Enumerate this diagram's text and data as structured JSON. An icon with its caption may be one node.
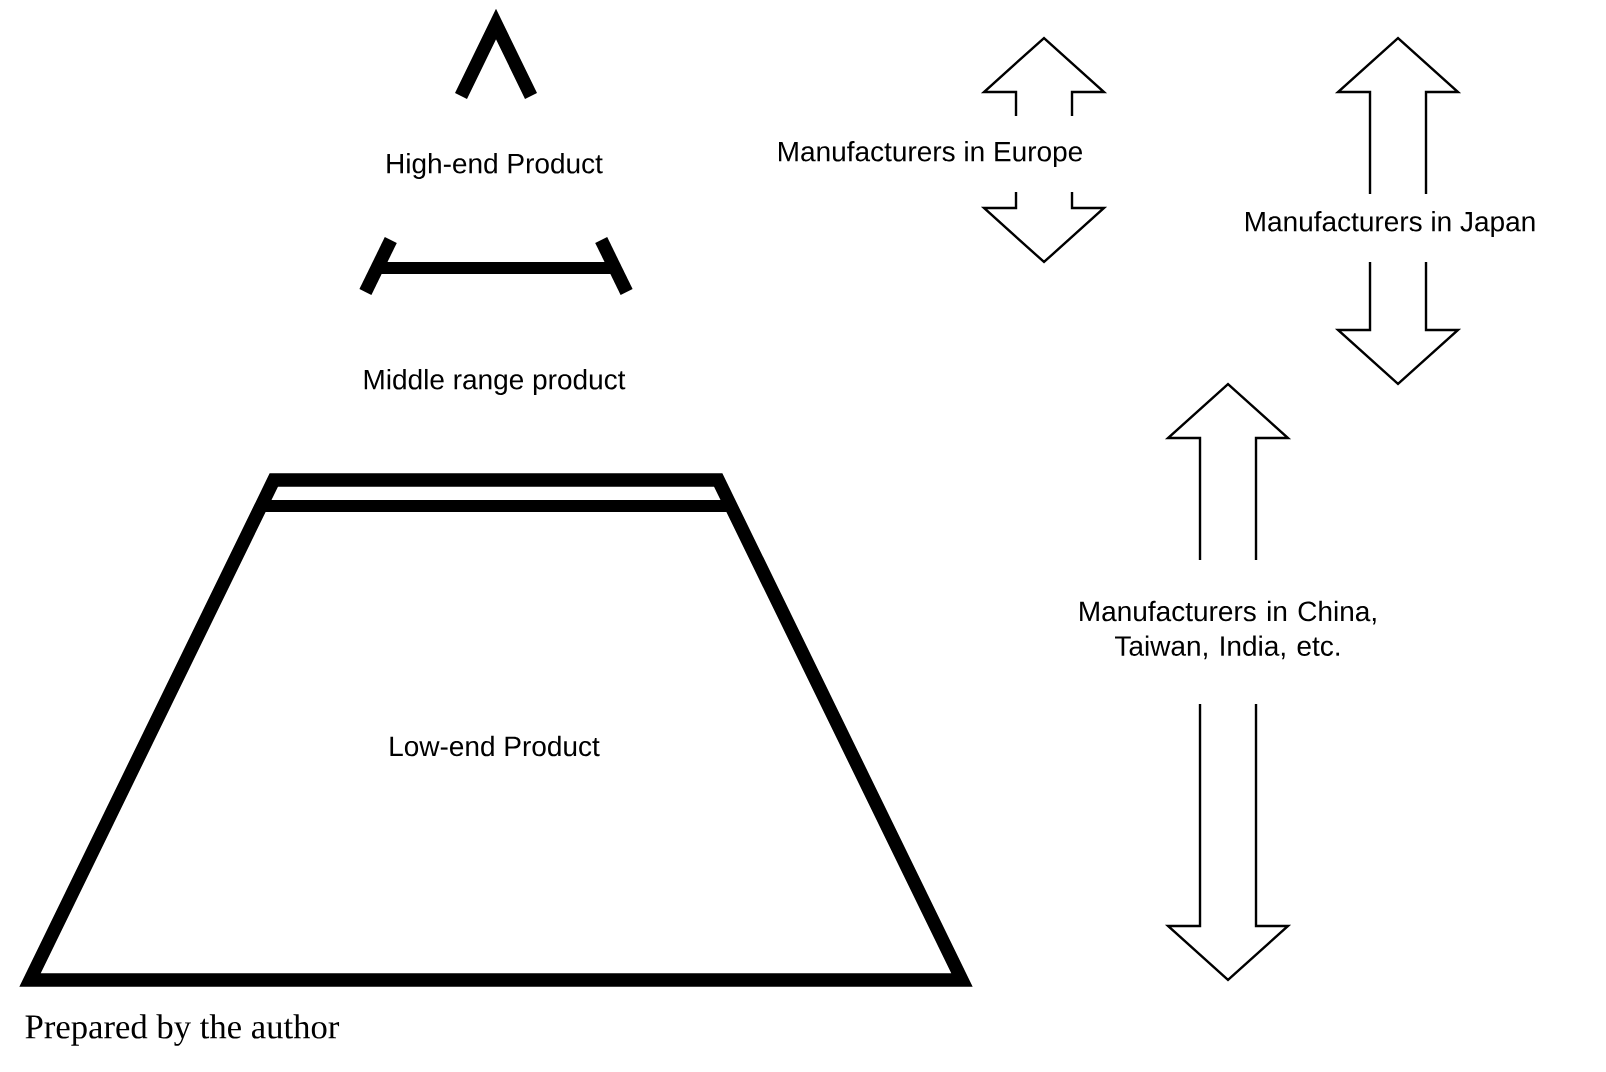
{
  "diagram": {
    "caption": "Prepared by the author",
    "nodes": [
      {
        "text": [
          "High-end Product"
        ]
      },
      {
        "text": [
          "Middle range product"
        ]
      },
      {
        "text": [
          "Low-end Product"
        ]
      }
    ],
    "labels": [
      "Manufacturers in Europe",
      "Manufacturers in Japan",
      "Manufacturers in China, Taiwan, India, etc."
    ]
  }
}
